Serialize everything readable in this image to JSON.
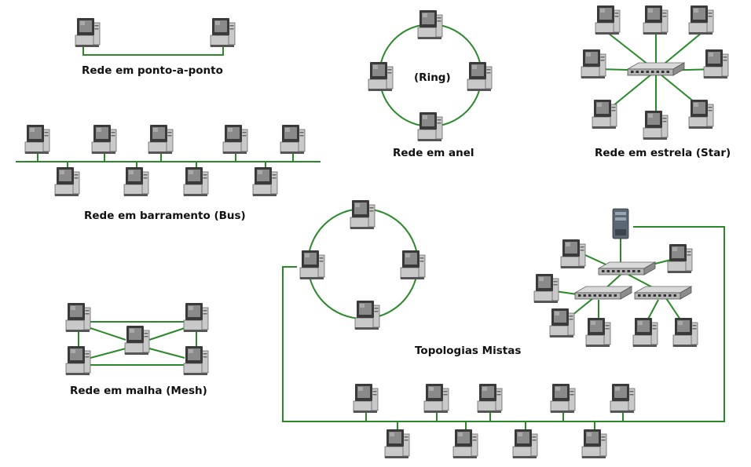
{
  "labels": {
    "point_to_point": "Rede em ponto-a-ponto",
    "ring_center": "(Ring)",
    "ring": "Rede em anel",
    "star": "Rede em estrela (Star)",
    "bus": "Rede em barramento (Bus)",
    "mixed": "Topologias Mistas",
    "mesh": "Rede em malha (Mesh)"
  },
  "colors": {
    "link": "#2a8a2a",
    "monitor": "#3a3a3a",
    "screen": "#8a8a8a",
    "tower": "#c9c9c9",
    "switch": "#b5b5b5"
  },
  "icons": {
    "computer": "computer-icon",
    "switch": "network-switch-icon",
    "server": "server-tower-icon"
  }
}
